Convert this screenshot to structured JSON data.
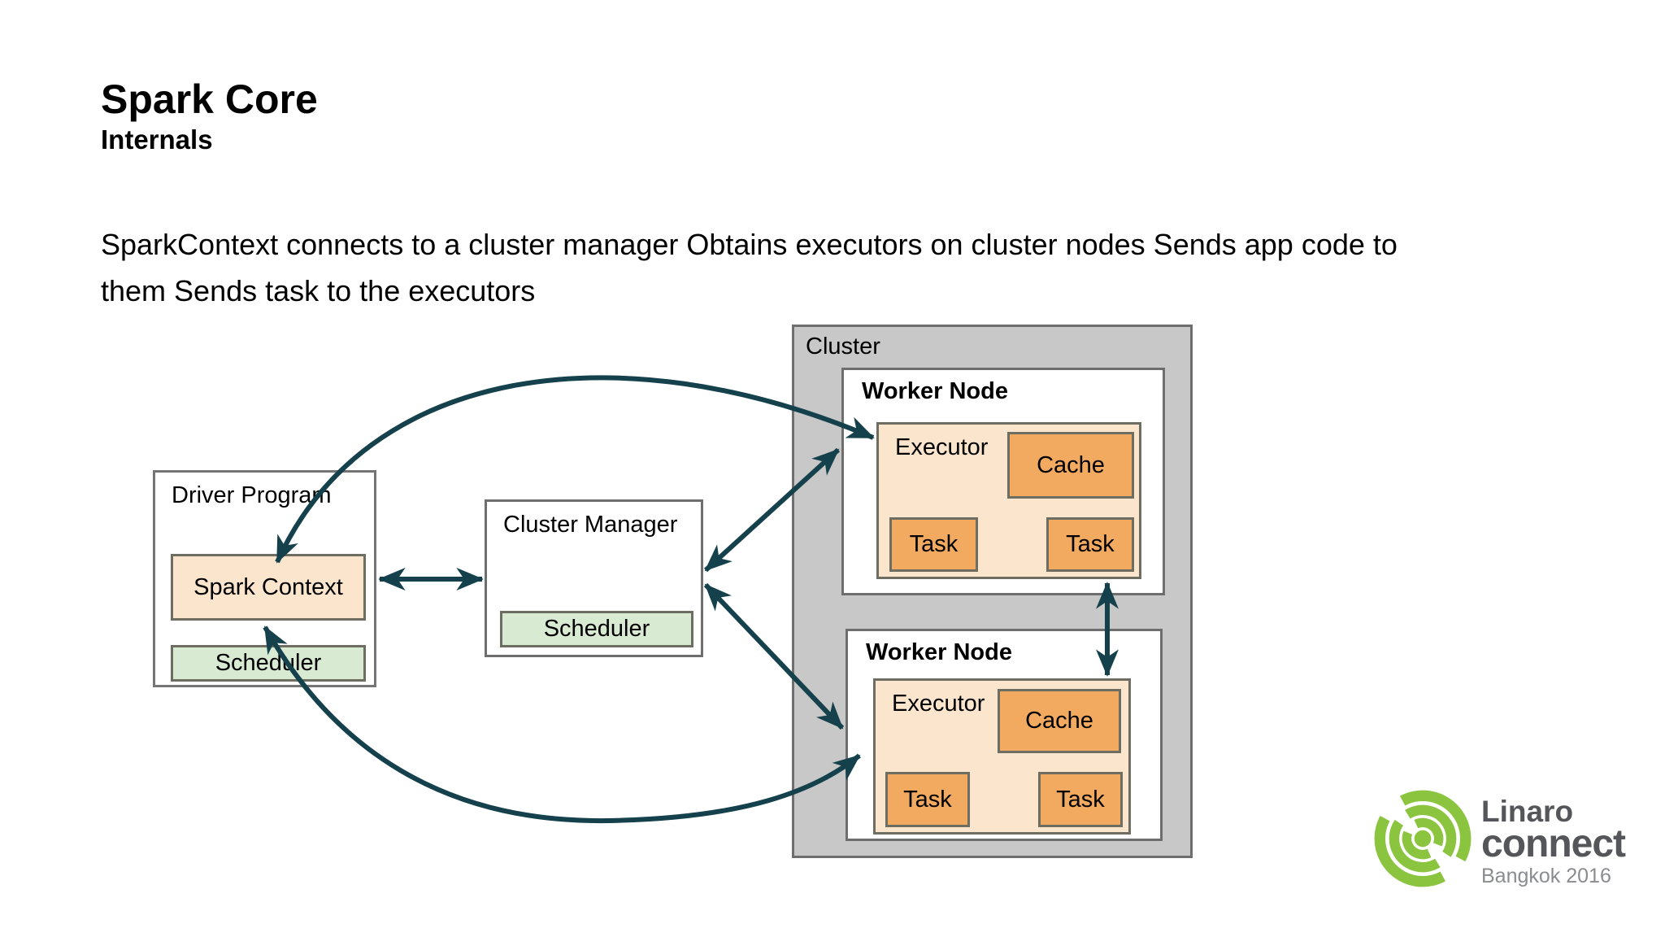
{
  "slide": {
    "title": "Spark Core",
    "subtitle": "Internals",
    "body_lines": [
      "SparkContext connects to a cluster manager Obtains executors on cluster nodes Sends app code to",
      "them Sends task to the executors"
    ]
  },
  "diagram": {
    "driver": {
      "title": "Driver Program",
      "spark_context": "Spark Context",
      "scheduler": "Scheduler"
    },
    "cluster_manager": {
      "title": "Cluster Manager",
      "scheduler": "Scheduler"
    },
    "cluster": {
      "title": "Cluster",
      "workers": [
        {
          "title": "Worker Node",
          "executor": "Executor",
          "cache": "Cache",
          "tasks": [
            "Task",
            "Task"
          ]
        },
        {
          "title": "Worker Node",
          "executor": "Executor",
          "cache": "Cache",
          "tasks": [
            "Task",
            "Task"
          ]
        }
      ]
    },
    "colors": {
      "arrow": "#15414c",
      "executor_fill": "#fce5cd",
      "accent_orange": "#f2a960",
      "accent_green": "#d9ead3",
      "cluster_gray": "#c8c8c8"
    }
  },
  "logo": {
    "brand": "Linaro",
    "product": "connect",
    "event": "Bangkok 2016",
    "green": "#8bc540",
    "text_dark": "#55565a",
    "text_gray": "#8a8c90"
  }
}
